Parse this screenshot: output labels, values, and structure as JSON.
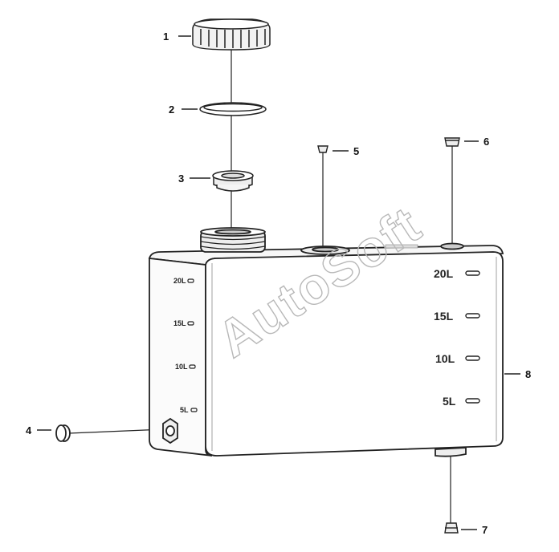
{
  "callouts": [
    "1",
    "2",
    "3",
    "4",
    "5",
    "6",
    "7",
    "8"
  ],
  "front_marks": [
    "20L",
    "15L",
    "10L",
    "5L"
  ],
  "side_marks": [
    "20L",
    "15L",
    "10L",
    "5L"
  ],
  "watermark": "AutoSoft"
}
